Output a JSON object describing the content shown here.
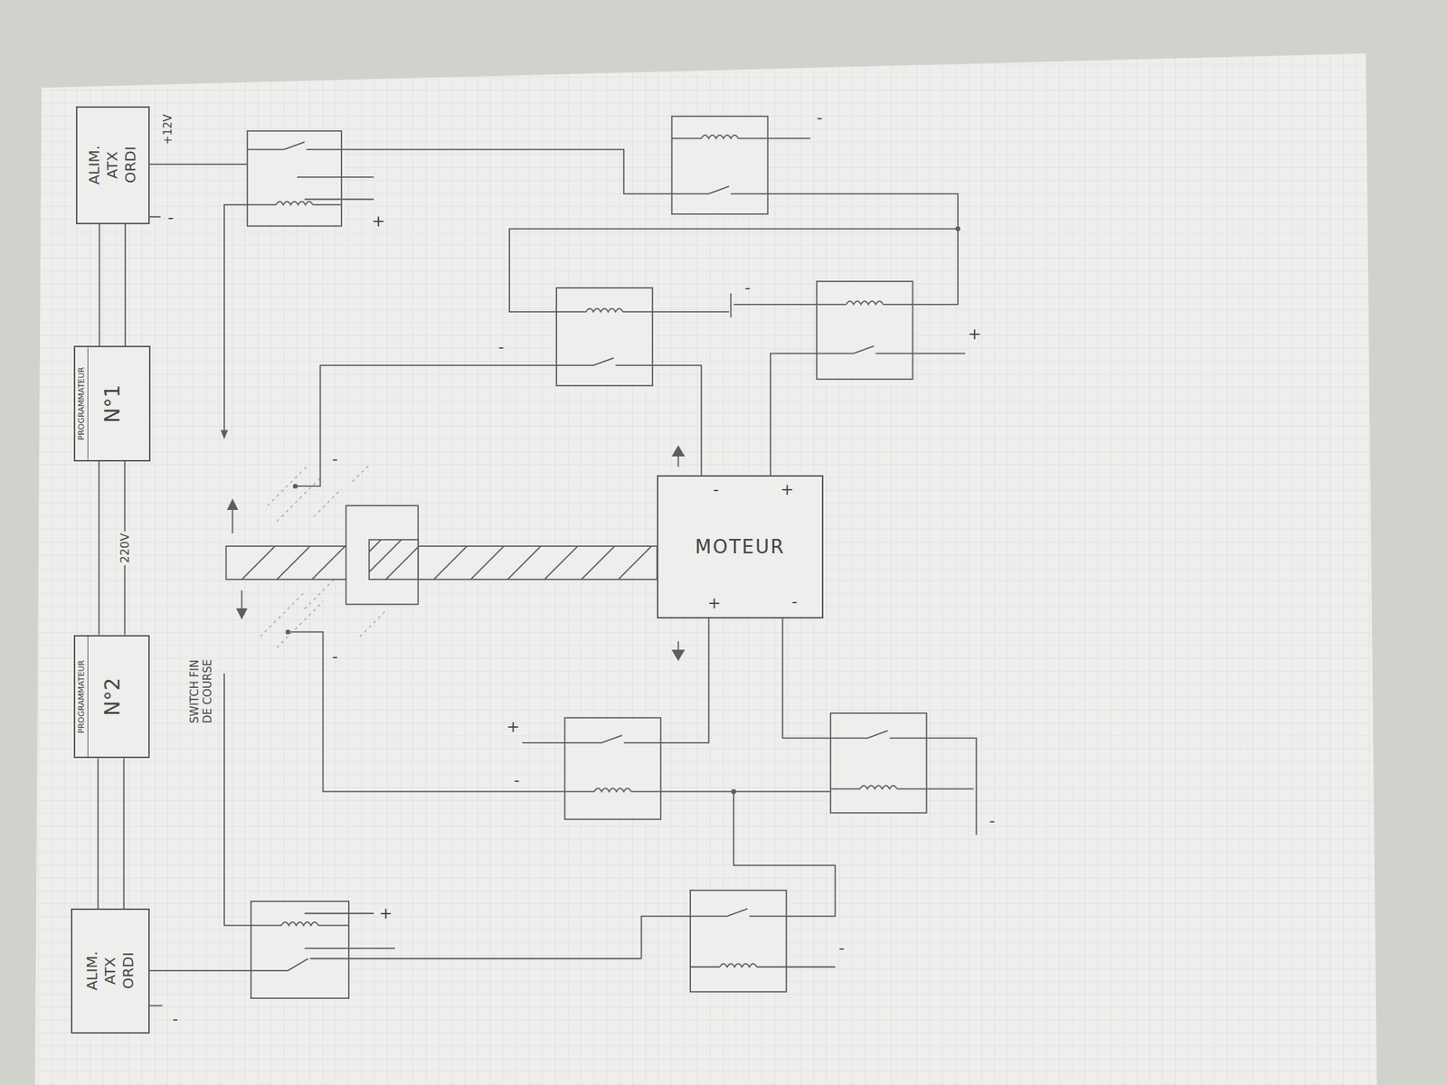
{
  "diagram": {
    "nodes": [
      {
        "text": [
          "ALIM. ATX ORDI"
        ]
      },
      {
        "text": [
          "PROGRAMMATEUR",
          "N°1"
        ]
      },
      {
        "text": [
          "PROGRAMMATEUR",
          "N°2"
        ]
      },
      {
        "text": [
          "ALIM. ATX ORDI"
        ]
      },
      {
        "text": [
          "MOTEUR"
        ]
      }
    ],
    "edges": [
      {
        "from": 0,
        "to": 1,
        "arrow": "none"
      },
      {
        "from": 1,
        "to": 2,
        "label": "220V",
        "arrow": "none"
      },
      {
        "from": 2,
        "to": 3,
        "arrow": "none"
      }
    ],
    "labels": [
      "+12V",
      "-",
      "+",
      "-",
      "-",
      "-",
      "+",
      "-",
      "-",
      "+",
      "+",
      "-",
      "-",
      "SWITCH FIN DE COURSE",
      "+",
      "-",
      "-",
      "-",
      "+",
      "-"
    ]
  }
}
